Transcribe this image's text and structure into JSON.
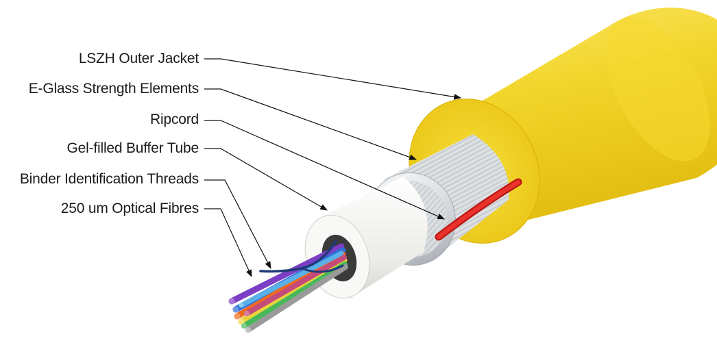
{
  "labels": {
    "outer_jacket": "LSZH Outer Jacket",
    "strength_elements": "E-Glass Strength Elements",
    "ripcord": "Ripcord",
    "buffer_tube": "Gel-filled Buffer Tube",
    "binder_threads": "Binder Identification Threads",
    "optical_fibres": "250 um Optical Fibres"
  },
  "colors": {
    "jacket": "#f2d52a",
    "jacket_shadow": "#e0b60c",
    "strength_elements": "#d9dce0",
    "ripcord": "#d8201e",
    "buffer_tube": "#f4f4f2",
    "binder_thread": "#1f3a78",
    "fibres": [
      "#7a3fc4",
      "#2f6fd8",
      "#f06a1f",
      "#e8d43a",
      "#48b85a",
      "#c44b7a",
      "#9a9a9a",
      "#5ab0e8"
    ]
  }
}
